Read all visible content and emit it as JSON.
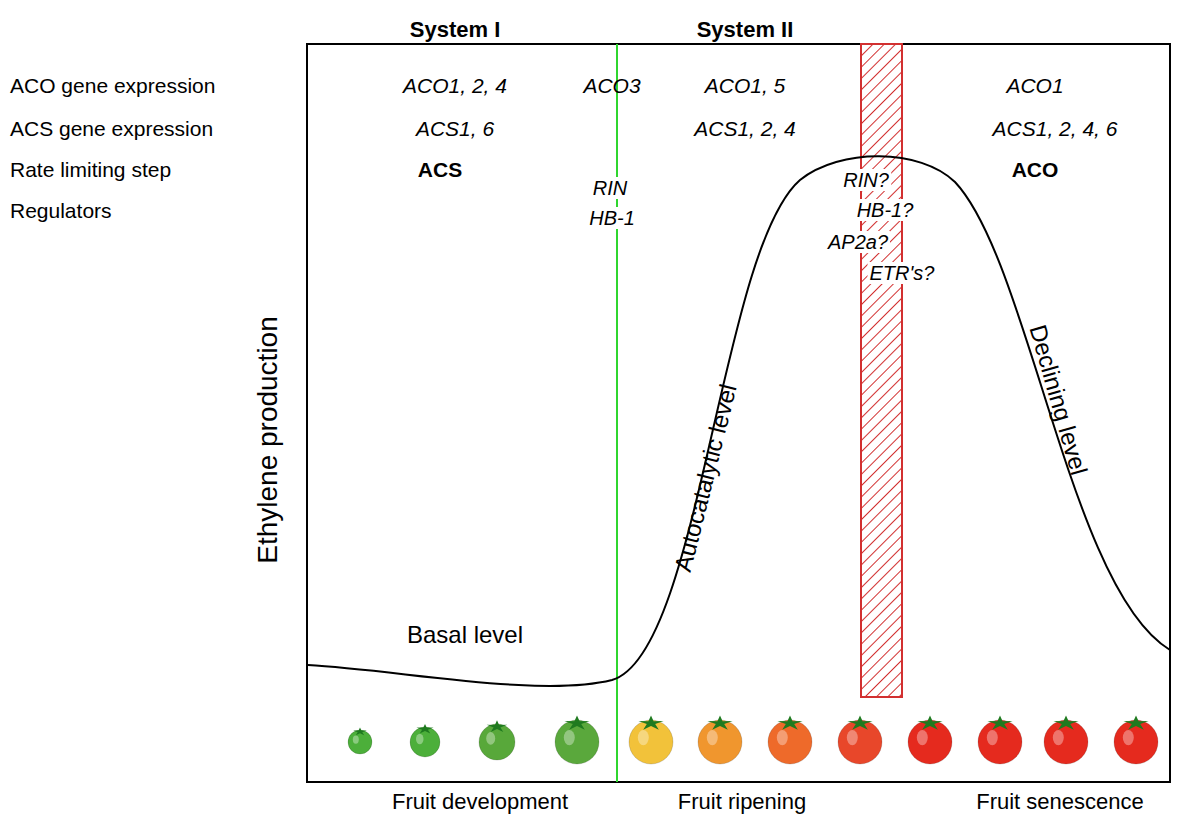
{
  "diagram": {
    "labels": [
      "System I",
      "System II",
      "ACO gene expression",
      "ACS gene expression",
      "Rate limiting step",
      "Regulators",
      "ACO1, 2, 4",
      "ACO3",
      "ACO1, 5",
      "ACO1",
      "ACS1, 6",
      "ACS1, 2, 4",
      "ACS1, 2, 4, 6",
      "ACS",
      "ACO",
      "RIN",
      "HB-1",
      "RIN?",
      "HB-1?",
      "AP2a?",
      "ETR's?",
      "Ethylene production",
      "Autocatalytic level",
      "Declining level",
      "Basal level",
      "Fruit development",
      "Fruit ripening",
      "Fruit senescence"
    ]
  }
}
